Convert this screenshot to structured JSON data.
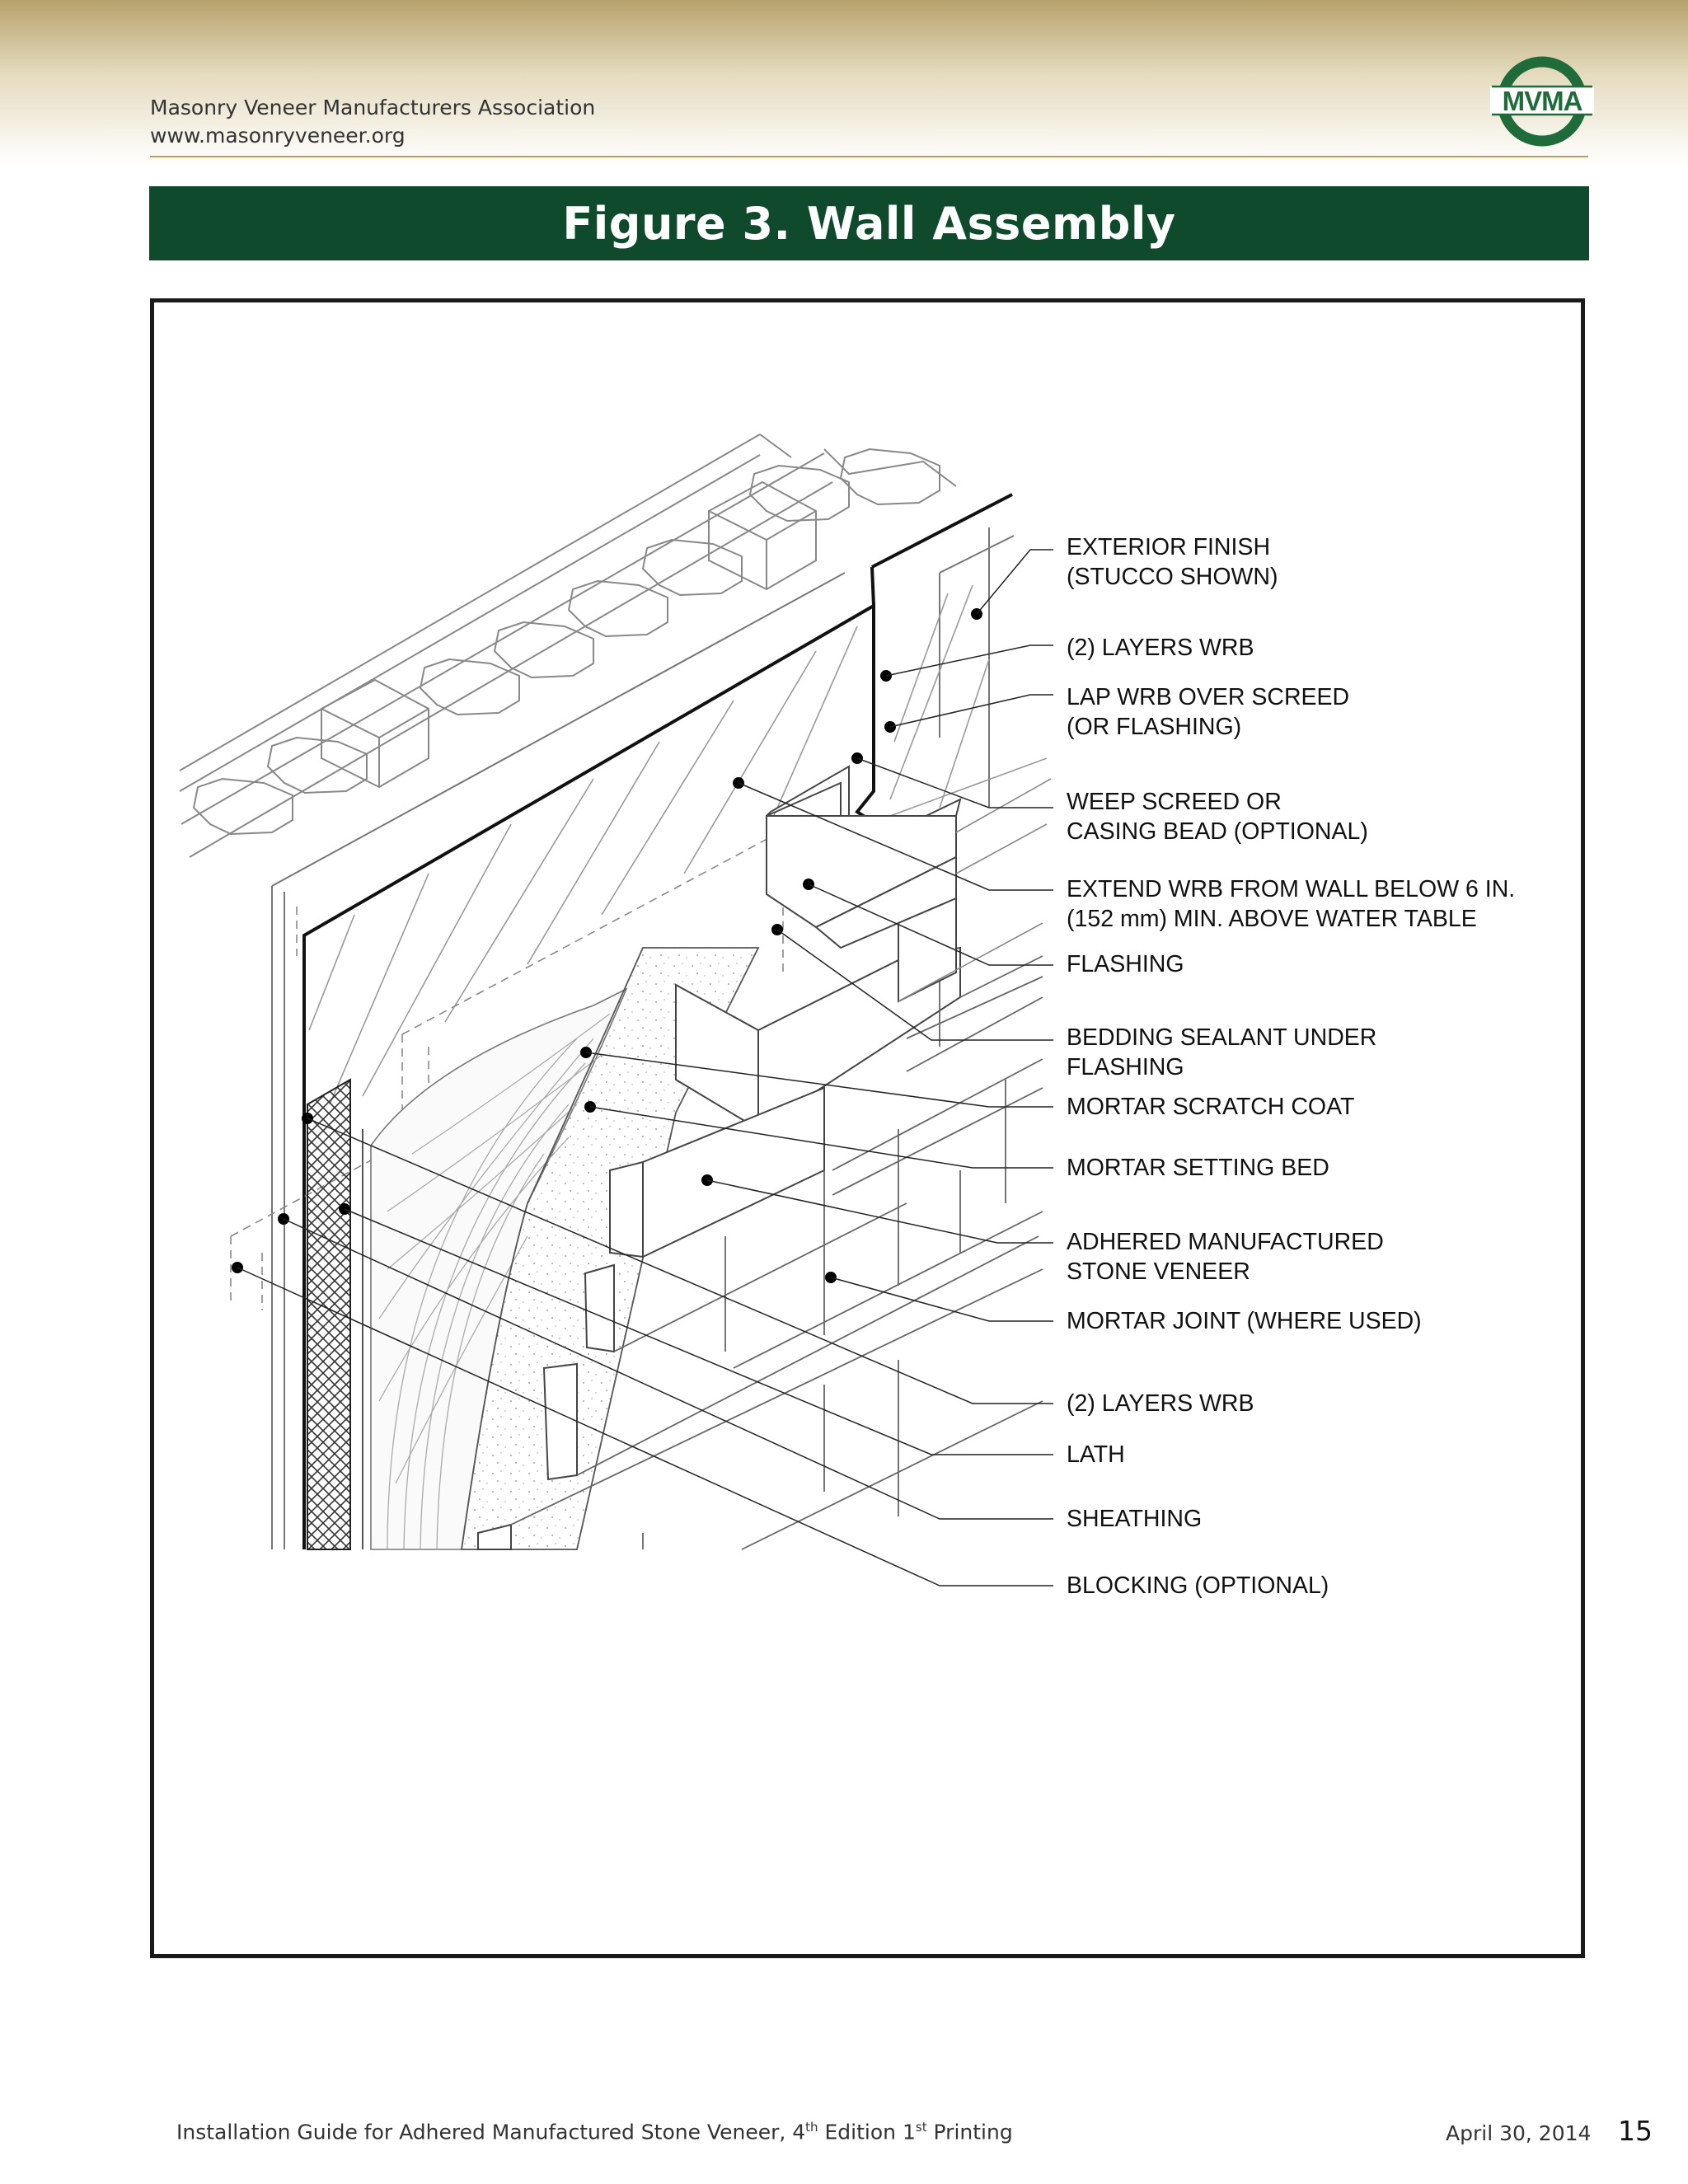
{
  "header": {
    "organization": "Masonry Veneer Manufacturers Association",
    "website": "www.masonryveneer.org",
    "logo_text": "MVMA"
  },
  "figure": {
    "title": "Figure 3.  Wall Assembly"
  },
  "callouts": [
    {
      "line1": "EXTERIOR FINISH",
      "line2": "(STUCCO SHOWN)"
    },
    {
      "line1": "(2) LAYERS WRB",
      "line2": ""
    },
    {
      "line1": "LAP WRB OVER SCREED",
      "line2": "(OR FLASHING)"
    },
    {
      "line1": "WEEP SCREED OR",
      "line2": "CASING BEAD (OPTIONAL)"
    },
    {
      "line1": "EXTEND WRB FROM WALL BELOW 6 IN.",
      "line2": "(152 mm) MIN. ABOVE WATER TABLE"
    },
    {
      "line1": "FLASHING",
      "line2": ""
    },
    {
      "line1": "BEDDING SEALANT UNDER",
      "line2": "FLASHING"
    },
    {
      "line1": "MORTAR SCRATCH COAT",
      "line2": ""
    },
    {
      "line1": "MORTAR SETTING BED",
      "line2": ""
    },
    {
      "line1": "ADHERED MANUFACTURED",
      "line2": "STONE VENEER"
    },
    {
      "line1": "MORTAR JOINT (WHERE USED)",
      "line2": ""
    },
    {
      "line1": "(2) LAYERS WRB",
      "line2": ""
    },
    {
      "line1": "LATH",
      "line2": ""
    },
    {
      "line1": "SHEATHING",
      "line2": ""
    },
    {
      "line1": "BLOCKING (OPTIONAL)",
      "line2": ""
    }
  ],
  "footer": {
    "guide_pre": "Installation Guide for Adhered Manufactured Stone Veneer, 4",
    "sup1": "th",
    "guide_mid": " Edition 1",
    "sup2": "st",
    "guide_post": " Printing",
    "date": "April 30, 2014",
    "page": "15"
  },
  "colors": {
    "title_bar": "#0f4a2d",
    "gold_rule": "#b89f5e",
    "logo_green": "#1f6b3a"
  }
}
